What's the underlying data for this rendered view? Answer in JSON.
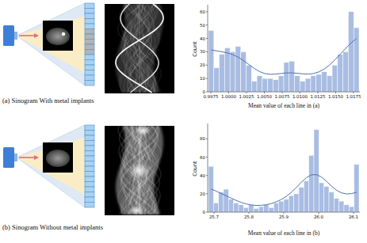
{
  "diagram": {
    "labels": [
      "(a) Sinogram With metal implants",
      "Count",
      "0",
      "10",
      "20",
      "30",
      "40",
      "50",
      "60",
      "0.9975",
      "1.0000",
      "1.0025",
      "1.0050",
      "1.0075",
      "1.0100",
      "1.0125",
      "1.0150",
      "1.0175",
      "Mean value of each line in (a)",
      "(b) Sinogram Without metal implants",
      "Count",
      "0",
      "20",
      "40",
      "60",
      "80",
      "25.7",
      "25.8",
      "25.9",
      "26.0",
      "26.1",
      "Mean value of each line in (b)"
    ]
  }
}
